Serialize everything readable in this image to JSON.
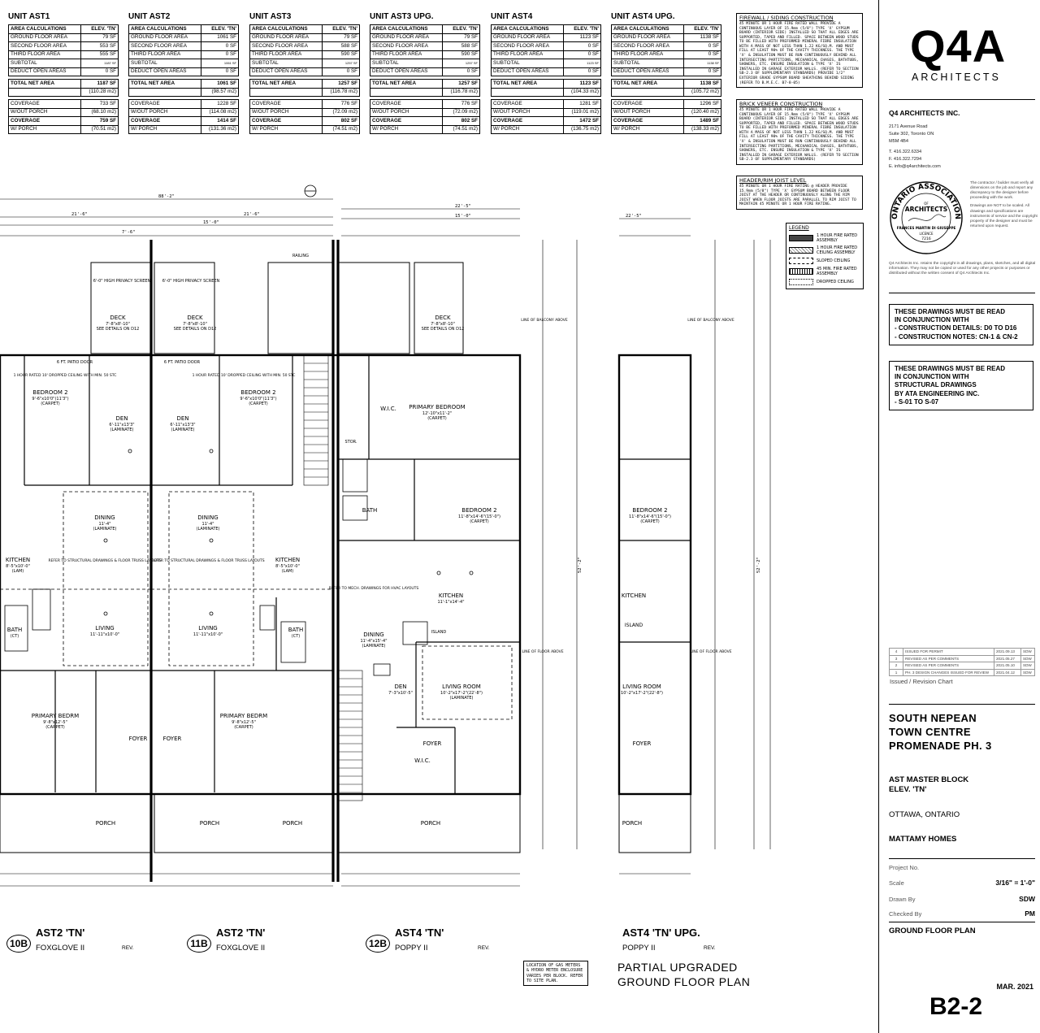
{
  "area_tables": [
    {
      "unit": "UNIT AST1",
      "header": [
        "AREA CALCULATIONS",
        "ELEV. 'TN'"
      ],
      "rows": [
        [
          "GROUND FLOOR AREA",
          "79 SF"
        ],
        [
          "SECOND FLOOR AREA",
          "553 SF"
        ],
        [
          "THIRD FLOOR AREA",
          "555 SF"
        ],
        [
          "SUBTOTAL",
          "1187 SF"
        ],
        [
          "DEDUCT OPEN AREAS",
          "0 SF"
        ],
        [
          "TOTAL NET AREA",
          "1187 SF"
        ],
        [
          "",
          "(110.28 m2)"
        ],
        [
          "COVERAGE",
          "733 SF"
        ],
        [
          "W/OUT PORCH",
          "(68.10 m2)"
        ],
        [
          "COVERAGE",
          "759 SF"
        ],
        [
          "W/ PORCH",
          "(70.51 m2)"
        ]
      ]
    },
    {
      "unit": "UNIT AST2",
      "header": [
        "AREA CALCULATIONS",
        "ELEV. 'TN'"
      ],
      "rows": [
        [
          "GROUND FLOOR AREA",
          "1061 SF"
        ],
        [
          "SECOND FLOOR AREA",
          "0 SF"
        ],
        [
          "THIRD FLOOR AREA",
          "0 SF"
        ],
        [
          "SUBTOTAL",
          "1061 SF"
        ],
        [
          "DEDUCT OPEN AREAS",
          "0 SF"
        ],
        [
          "TOTAL NET AREA",
          "1061 SF"
        ],
        [
          "",
          "(98.57 m2)"
        ],
        [
          "COVERAGE",
          "1228 SF"
        ],
        [
          "W/OUT PORCH",
          "(114.08 m2)"
        ],
        [
          "COVERAGE",
          "1414 SF"
        ],
        [
          "W/ PORCH",
          "(131.36 m2)"
        ]
      ]
    },
    {
      "unit": "UNIT AST3",
      "header": [
        "AREA CALCULATIONS",
        "ELEV. 'TN'"
      ],
      "rows": [
        [
          "GROUND FLOOR AREA",
          "79 SF"
        ],
        [
          "SECOND FLOOR AREA",
          "588 SF"
        ],
        [
          "THIRD FLOOR AREA",
          "590 SF"
        ],
        [
          "SUBTOTAL",
          "1257 SF"
        ],
        [
          "DEDUCT OPEN AREAS",
          "0 SF"
        ],
        [
          "TOTAL NET AREA",
          "1257 SF"
        ],
        [
          "",
          "(116.78 m2)"
        ],
        [
          "COVERAGE",
          "776 SF"
        ],
        [
          "W/OUT PORCH",
          "(72.09 m2)"
        ],
        [
          "COVERAGE",
          "802 SF"
        ],
        [
          "W/ PORCH",
          "(74.51 m2)"
        ]
      ]
    },
    {
      "unit": "UNIT AST3 UPG.",
      "header": [
        "AREA CALCULATIONS",
        "ELEV. 'TN'"
      ],
      "rows": [
        [
          "GROUND FLOOR AREA",
          "79 SF"
        ],
        [
          "SECOND FLOOR AREA",
          "588 SF"
        ],
        [
          "THIRD FLOOR AREA",
          "590 SF"
        ],
        [
          "SUBTOTAL",
          "1257 SF"
        ],
        [
          "DEDUCT OPEN AREAS",
          "0 SF"
        ],
        [
          "TOTAL NET AREA",
          "1257 SF"
        ],
        [
          "",
          "(116.78 m2)"
        ],
        [
          "COVERAGE",
          "776 SF"
        ],
        [
          "W/OUT PORCH",
          "(72.09 m2)"
        ],
        [
          "COVERAGE",
          "802 SF"
        ],
        [
          "W/ PORCH",
          "(74.51 m2)"
        ]
      ]
    },
    {
      "unit": "UNIT AST4",
      "header": [
        "AREA CALCULATIONS",
        "ELEV. 'TN'"
      ],
      "rows": [
        [
          "GROUND FLOOR AREA",
          "1123 SF"
        ],
        [
          "SECOND FLOOR AREA",
          "0 SF"
        ],
        [
          "THIRD FLOOR AREA",
          "0 SF"
        ],
        [
          "SUBTOTAL",
          "1123 SF"
        ],
        [
          "DEDUCT OPEN AREAS",
          "0 SF"
        ],
        [
          "TOTAL NET AREA",
          "1123 SF"
        ],
        [
          "",
          "(104.33 m2)"
        ],
        [
          "COVERAGE",
          "1281 SF"
        ],
        [
          "W/OUT PORCH",
          "(119.01 m2)"
        ],
        [
          "COVERAGE",
          "1472 SF"
        ],
        [
          "W/ PORCH",
          "(136.75 m2)"
        ]
      ]
    },
    {
      "unit": "UNIT AST4 UPG.",
      "header": [
        "AREA CALCULATIONS",
        "ELEV. 'TN'"
      ],
      "rows": [
        [
          "GROUND FLOOR AREA",
          "1138 SF"
        ],
        [
          "SECOND FLOOR AREA",
          "0 SF"
        ],
        [
          "THIRD FLOOR AREA",
          "0 SF"
        ],
        [
          "SUBTOTAL",
          "1138 SF"
        ],
        [
          "DEDUCT OPEN AREAS",
          "0 SF"
        ],
        [
          "TOTAL NET AREA",
          "1138 SF"
        ],
        [
          "",
          "(105.72 m2)"
        ],
        [
          "COVERAGE",
          "1296 SF"
        ],
        [
          "W/OUT PORCH",
          "(120.40 m2)"
        ],
        [
          "COVERAGE",
          "1489 SF"
        ],
        [
          "W/ PORCH",
          "(138.33 m2)"
        ]
      ]
    }
  ],
  "notes": {
    "firewall": {
      "title": "FIREWALL / SIDING CONSTRUCTION",
      "text": "45 MINUTE OR 1 HOUR FIRE RATED WALL PROVIDE A CONTINUOUS LAYER OF 15.9mm (5/8\") TYPE 'X' GYPSUM BOARD (INTERIOR SIDE) INSTALLED SO THAT ALL EDGES ARE SUPPORTED, TAPED AND FILLED. SPACE BETWEEN WOOD STUDS TO BE FILLED WITH PREFORMED MINERAL FIBRE INSULATION WITH A MASS OF NOT LESS THAN 1.22 KG/SQ.M. AND MUST FILL AT LEAST 90% OF THE CAVITY THICKNESS. THE TYPE 'X' & INSULATION MUST BE RUN CONTINUOUSLY BEHIND ALL INTERSECTING PARTITIONS, MECHANICAL CHASES, BATHTUBS, SHOWERS, ETC. ENSURE INSULATION & TYPE 'X' IS INSTALLED IN GARAGE EXTERIOR WALLS. (REFER TO SECTION SB-2.3 OF SUPPLEMENTARY STANDARDS) PROVIDE 1/2\" EXTERIOR GRADE GYPSUM BOARD SHEATHING BEHIND SIDING (REFER TO B.M.E.C. B7-8-05)"
    },
    "brick": {
      "title": "BRICK VENEER CONSTRUCTION",
      "text": "45 MINUTE OR 1 HOUR FIRE RATED WALL PROVIDE A CONTINUOUS LAYER OF 15.9mm (5/8\") TYPE 'X' GYPSUM BOARD (INTERIOR SIDE) INSTALLED SO THAT ALL EDGES ARE SUPPORTED, TAPED AND FILLED. SPACE BETWEEN WOOD STUDS TO BE FILLED WITH PREFORMED MINERAL FIBRE INSULATION WITH A MASS OF NOT LESS THAN 1.22 KG/SQ.M. AND MUST FILL AT LEAST 90% OF THE CAVITY THICKNESS. THE TYPE 'X' & INSULATION MUST BE RUN CONTINUOUSLY BEHIND ALL INTERSECTING PARTITIONS, MECHANICAL CHASES, BATHTUBS, SHOWERS, ETC. ENSURE INSULATION & TYPE 'X' IS INSTALLED IN GARAGE EXTERIOR WALLS. (REFER TO SECTION SB-2.3 OF SUPPLEMENTARY STANDARDS)"
    },
    "header": {
      "title": "HEADER/RIM JOIST LEVEL",
      "text": "45 MINUTE OR 1 HOUR FIRE RATING @ HEADER PROVIDE 15.9mm (5/8\") TYPE 'X' GYPSUM BOARD BETWEEN FLOOR JOIST AT THE HEADER OR CONTINUOUSLY ALONG THE RIM JOIST WHEN FLOOR JOISTS ARE PARALLEL TO RIM JOIST TO MAINTAIN 45 MINUTE OR 1 HOUR FIRE RATING."
    }
  },
  "legend": {
    "title": "LEGEND",
    "items": [
      "1 HOUR FIRE RATED ASSEMBLY",
      "1 HOUR FIRE RATED CEILING ASSEMBLY",
      "SLOPED CEILING",
      "45 MIN. FIRE RATED ASSEMBLY",
      "DROPPED CEILING"
    ]
  },
  "title_block": {
    "logo": "Q4A",
    "logo_sub": "ARCHITECTS",
    "firm_name": "Q4 ARCHITECTS INC.",
    "address": [
      "2171 Avenue Road",
      "Suite 302, Toronto ON",
      "M5M 4B4"
    ],
    "contact": [
      "T. 416.322.6334",
      "F. 416.322.7294",
      "E. info@q4architects.com"
    ],
    "seal": {
      "top": "ONTARIO ASSOCIATION",
      "of": "OF",
      "middle": "ARCHITECTS",
      "name": "FRANCES MARTIN DI GIUSEPPE",
      "licence": "LICENCE",
      "number": "7216"
    },
    "disclaimer_1": "The contractor / builder must verify all dimensions on the job and report any discrepancy to the designer before proceeding with the work.",
    "disclaimer_2": "Drawings are NOT to be scaled. All drawings and specifications are instruments of service and the copyright property of the designer and must be returned upon request.",
    "copyright": "Q4 Architects Inc. retains the copyright in all drawings, plans, sketches, and all digital information. They may not be copied or used for any other projects or purposes or distributed without the written consent of Q4 Architects Inc.",
    "read_note_1": [
      "THESE DRAWINGS MUST BE READ",
      "IN CONJUNCTION WITH",
      "- CONSTRUCTION DETAILS: D0 TO D16",
      "- CONSTRUCTION NOTES: CN-1 & CN-2"
    ],
    "read_note_2": [
      "THESE DRAWINGS MUST BE READ",
      "IN CONJUNCTION WITH",
      "STRUCTURAL DRAWINGS",
      "BY ATA ENGINEERING INC.",
      "- S-01 TO S-07"
    ],
    "revisions": [
      [
        "4",
        "ISSUED FOR PERMIT",
        "2021.09.13",
        "SDW"
      ],
      [
        "3",
        "REVISED AS PER COMMENTS",
        "2021.05.27",
        "SDW"
      ],
      [
        "2",
        "REVISED AS PER COMMENTS",
        "2021.05.10",
        "SDW"
      ],
      [
        "1",
        "PH. 3 DESIGN CHANGES ISSUED FOR REVIEW",
        "2021.04.12",
        "SDW"
      ]
    ],
    "revision_label": "Issued / Revision Chart",
    "project_title": [
      "SOUTH NEPEAN",
      "TOWN CENTRE",
      "PROMENADE PH. 3"
    ],
    "block": [
      "AST MASTER BLOCK",
      "ELEV. 'TN'"
    ],
    "location": "OTTAWA, ONTARIO",
    "client": "MATTAMY HOMES",
    "project_no_label": "Project No.",
    "scale_label": "Scale",
    "scale_value": "3/16\" = 1'-0\"",
    "drawn_label": "Drawn By",
    "drawn_value": "SDW",
    "checked_label": "Checked By",
    "checked_value": "PM",
    "drawing_title": "GROUND FLOOR PLAN",
    "date": "MAR. 2021",
    "sheet": "B2-2"
  },
  "units": [
    {
      "tag": "10B",
      "label": "AST2 'TN'",
      "model": "FOXGLOVE II",
      "rev": "REV."
    },
    {
      "tag": "11B",
      "label": "AST2 'TN'",
      "model": "FOXGLOVE II",
      "rev": ""
    },
    {
      "tag": "12B",
      "label": "AST4 'TN'",
      "model": "POPPY II",
      "rev": "REV."
    },
    {
      "tag": "",
      "label": "AST4 'TN' UPG.",
      "model": "POPPY II",
      "rev": "REV."
    }
  ],
  "partial_plan": [
    "PARTIAL UPGRADED",
    "GROUND FLOOR PLAN"
  ],
  "location_note": "LOCATION OF GAS METERS & HYDRO METER ENCLOSURE VARIES PER BLOCK. REFER TO SITE PLAN.",
  "rooms": {
    "bedroom2": "BEDROOM 2",
    "bedroom2_dim": "9'-6\"x10'0\"(11'3\")",
    "carpet": "(CARPET)",
    "den": "DEN",
    "den_dim": "6'-11\"x13'3\"",
    "laminate": "(LAMINATE)",
    "dining": "DINING",
    "dining_dim": "11'-4\"",
    "kitchen": "KITCHEN",
    "kitchen_dim": "8'-5\"x10'-0\"",
    "lam": "(LAM)",
    "living": "LIVING",
    "living_dim": "11'-11\"x10'-0\"",
    "primary": "PRIMARY BEDRM",
    "primary_dim": "9'-8\"x12'-5\"",
    "foyer": "FOYER",
    "bath": "BATH",
    "ct": "(CT)",
    "porch": "PORCH",
    "deck": "DECK",
    "deck_dim": "7'-8\"x8'-10\"",
    "see_d12": "SEE DETAILS ON D12",
    "privacy": "6'-0\" HIGH PRIVACY SCREEN",
    "railing": "RAILING",
    "primary_bedroom": "PRIMARY BEDROOM",
    "primary_bedroom_dim": "12'-10\"x11'-2\"",
    "wic": "W.I.C.",
    "stor": "STOR.",
    "bedroom2_r": "BEDROOM 2",
    "bedroom2_r_dim": "11'-8\"x14'-6\"(15'-0\")",
    "kitchen_r": "KITCHEN",
    "kitchen_r_dim": "11'-1\"x14'-4\"",
    "dining_r": "DINING",
    "dining_r_dim": "11'-4\"x15'-4\"",
    "den_r": "DEN",
    "den_r_dim": "7'-3\"x10'-5\"",
    "living_room": "LIVING ROOM",
    "living_room_dim": "10'-2\"x17'-2\"(22'-8\")",
    "island": "ISLAND",
    "patio": "6 FT. PATIO DOOR",
    "note_fire": "1 HOUR RATED 10' DROPPED CEILING WITH MIN. 50 STC",
    "note_struct": "REFER TO STRUCTURAL DRAWINGS & FLOOR TRUSS LAYOUTS",
    "note_mech": "REFER TO MECH. DRAWINGS FOR HVAC LAYOUTS",
    "note_balcony": "LINE OF BALCONY ABOVE",
    "note_floor": "LINE OF FLOOR ABOVE",
    "dim_total": "88'-2\"",
    "dim_a": "21'-6\"",
    "dim_b": "22'-5\"",
    "dim_c": "15'-0\"",
    "dim_d": "7'-6\"",
    "dim_e": "52'-2\""
  }
}
